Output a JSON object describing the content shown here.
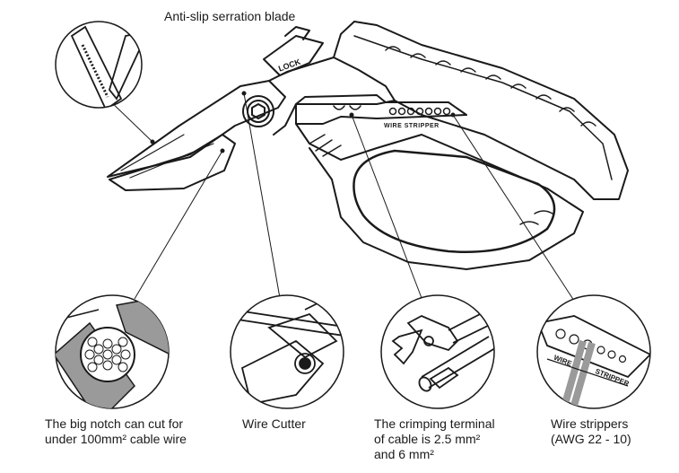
{
  "labels": {
    "serration": "Anti-slip serration blade",
    "notch": "The big notch can cut for\nunder 100mm² cable wire",
    "cutter": "Wire Cutter",
    "crimp": "The crimping terminal\nof cable is 2.5 mm²\nand 6 mm²",
    "stripper": "Wire strippers\n(AWG 22 - 10)"
  },
  "tool_text": {
    "lock": "LOCK",
    "handle": "WIRE STRIPPER",
    "inset_wire": "WIRE",
    "inset_stripper": "STRIPPER"
  },
  "colors": {
    "line": "#1a1a1a",
    "shade": "#9a9a9a",
    "background": "#ffffff"
  }
}
